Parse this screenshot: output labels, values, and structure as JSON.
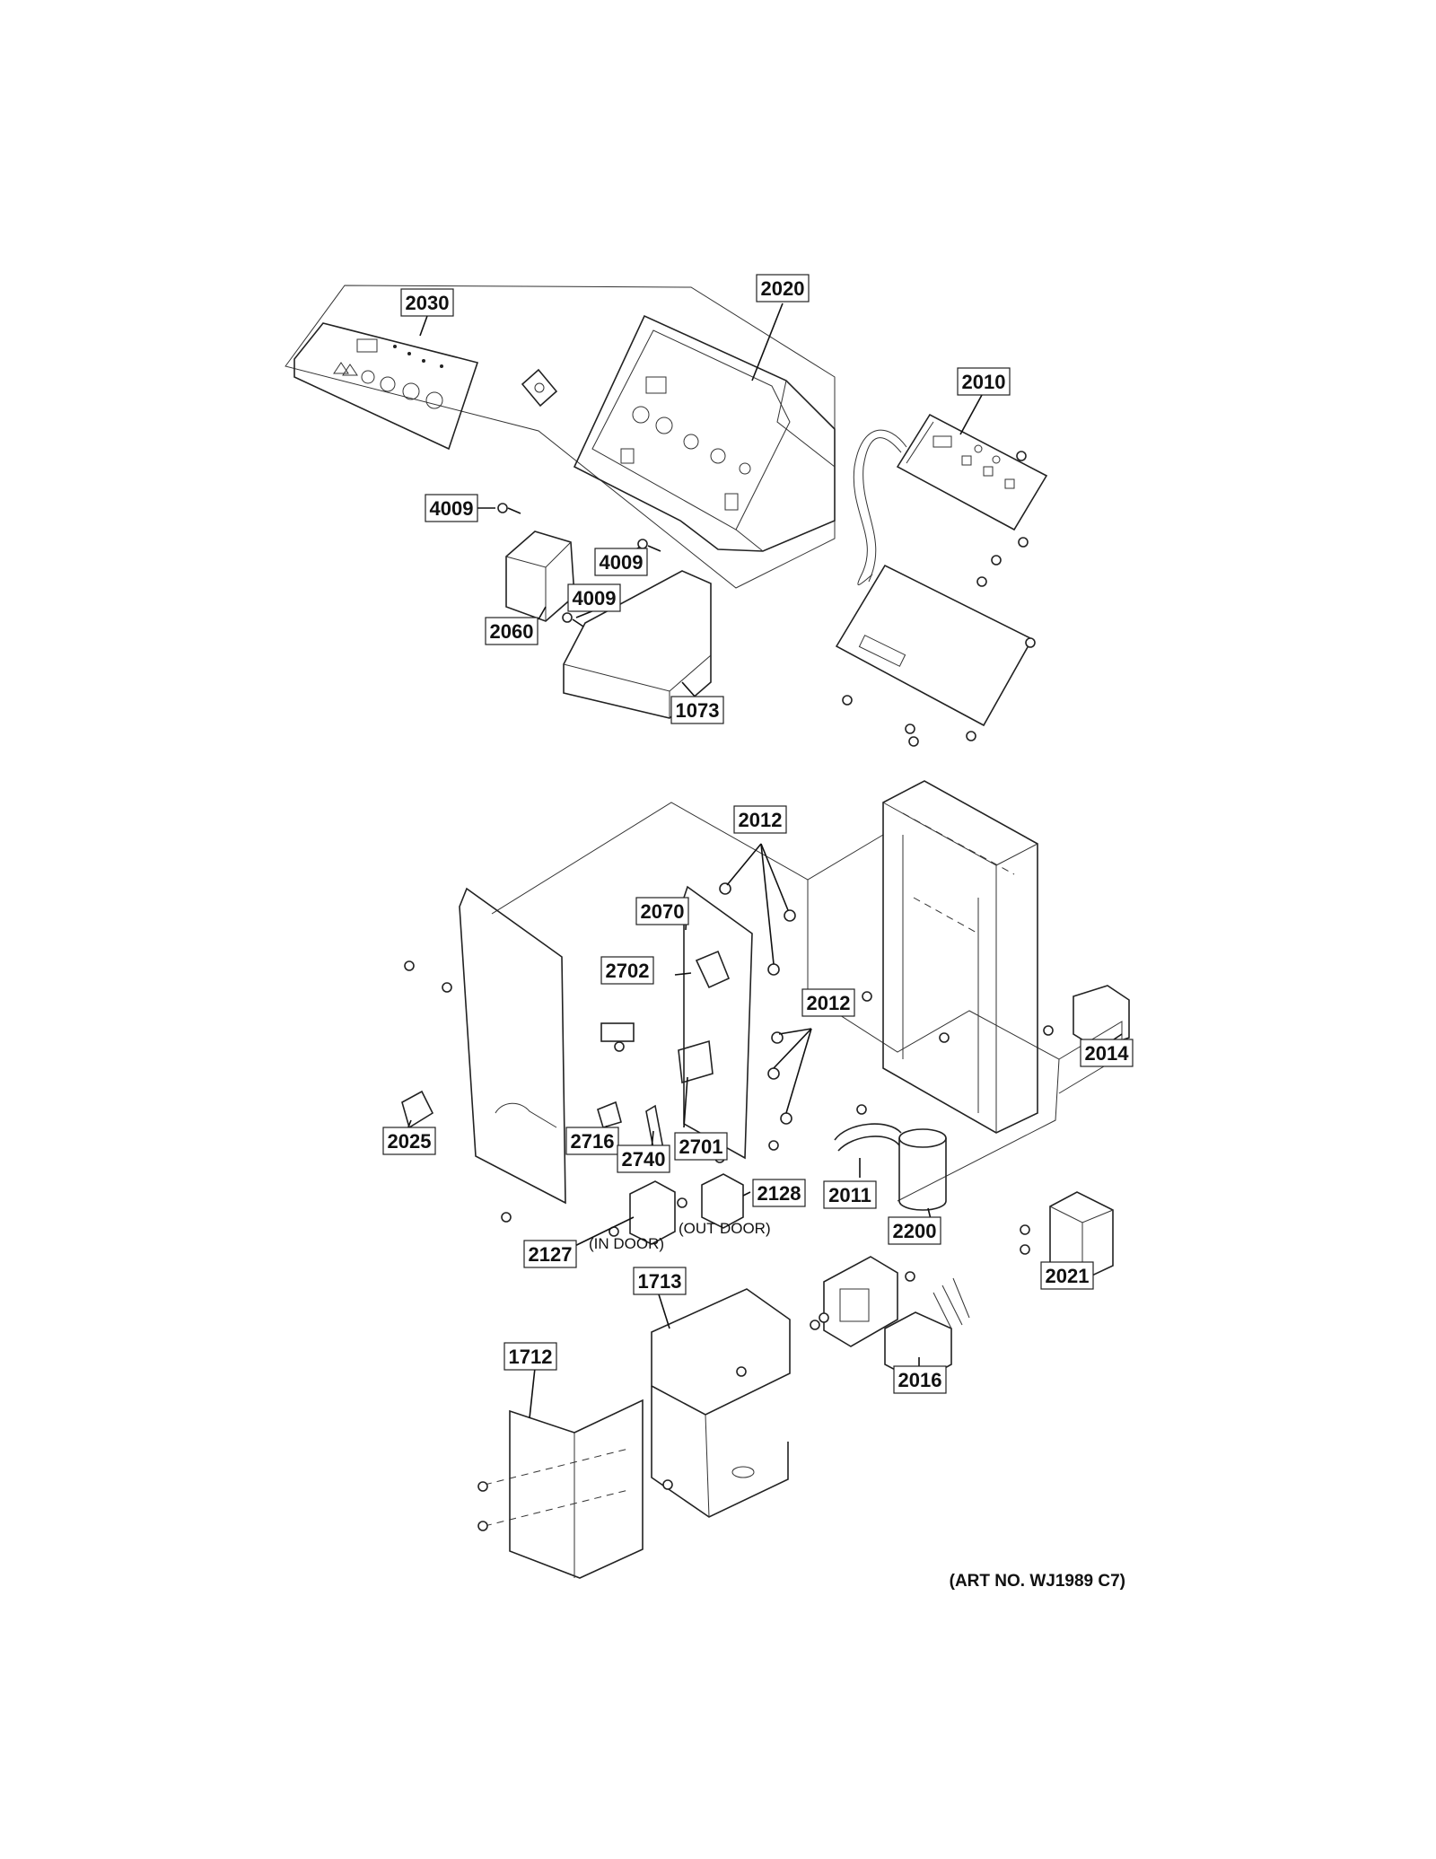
{
  "labels": [
    {
      "id": "2030",
      "text": "2030"
    },
    {
      "id": "2020",
      "text": "2020"
    },
    {
      "id": "2010",
      "text": "2010"
    },
    {
      "id": "4009a",
      "text": "4009"
    },
    {
      "id": "4009b",
      "text": "4009"
    },
    {
      "id": "4009c",
      "text": "4009"
    },
    {
      "id": "2060",
      "text": "2060"
    },
    {
      "id": "1073",
      "text": "1073"
    },
    {
      "id": "2012a",
      "text": "2012"
    },
    {
      "id": "2070",
      "text": "2070"
    },
    {
      "id": "2702",
      "text": "2702"
    },
    {
      "id": "2012b",
      "text": "2012"
    },
    {
      "id": "2014",
      "text": "2014"
    },
    {
      "id": "2025",
      "text": "2025"
    },
    {
      "id": "2716",
      "text": "2716"
    },
    {
      "id": "2740",
      "text": "2740"
    },
    {
      "id": "2701",
      "text": "2701"
    },
    {
      "id": "2011",
      "text": "2011"
    },
    {
      "id": "2128",
      "text": "2128"
    },
    {
      "id": "2200",
      "text": "2200"
    },
    {
      "id": "2127",
      "text": "2127"
    },
    {
      "id": "2021",
      "text": "2021"
    },
    {
      "id": "1713",
      "text": "1713"
    },
    {
      "id": "1712",
      "text": "1712"
    },
    {
      "id": "2016",
      "text": "2016"
    }
  ],
  "notes": {
    "in_door": "(IN DOOR)",
    "out_door": "(OUT DOOR)"
  },
  "art_number": "(ART NO. WJ1989 C7)"
}
